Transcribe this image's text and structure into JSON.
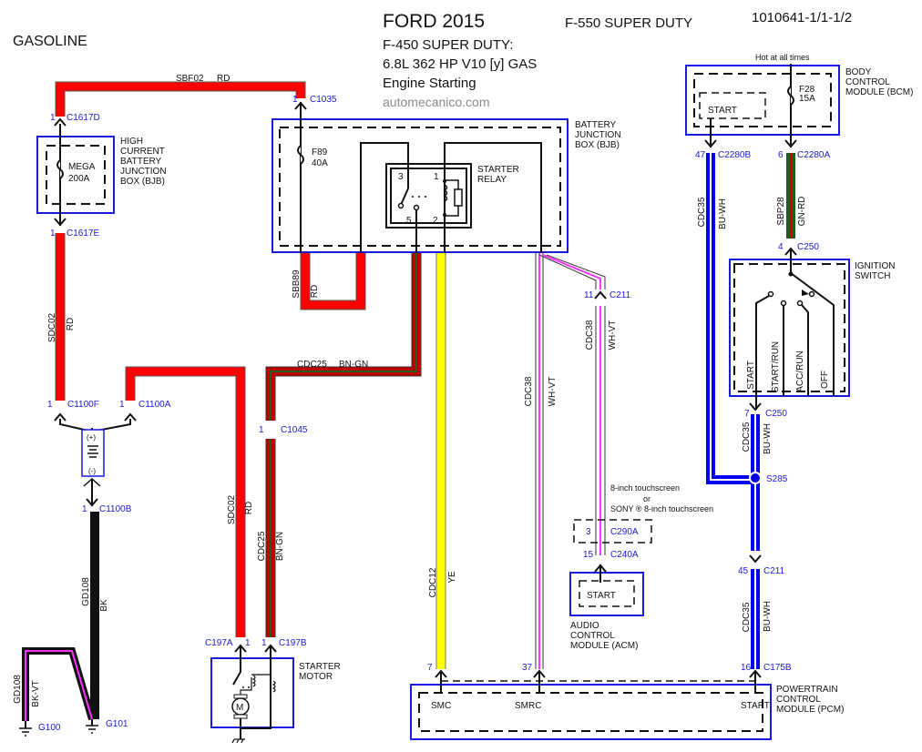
{
  "header": {
    "fuel_type": "GASOLINE",
    "make_year": "FORD 2015",
    "model_line1": "F-450 SUPER DUTY:",
    "model_line2": "6.8L 362 HP V10 [y] GAS",
    "system": "Engine Starting",
    "watermark": "automecanico.com",
    "model_alt": "F-550 SUPER DUTY",
    "doc_id": "1010641-1/1-1/2"
  },
  "colors": {
    "red": "#ff0000",
    "dark_red": "#c00000",
    "green": "#1f5c1f",
    "yellow": "#ffff00",
    "blue": "#0000ee",
    "black": "#111111",
    "violet": "#ff33ff",
    "module_border": "#1a1adf",
    "connector_label": "#1a1adf"
  },
  "components": {
    "hcbjb": {
      "name": [
        "HIGH",
        "CURRENT",
        "BATTERY",
        "JUNCTION",
        "BOX (BJB)"
      ],
      "fuse_name": "MEGA",
      "fuse_rating": "200A"
    },
    "bjb": {
      "name": [
        "BATTERY",
        "JUNCTION",
        "BOX (BJB)"
      ],
      "fuse_name": "F89",
      "fuse_rating": "40A"
    },
    "relay": {
      "name": [
        "STARTER",
        "RELAY"
      ],
      "pins": [
        "3",
        "1",
        "5",
        "2"
      ]
    },
    "bcm": {
      "name": [
        "BODY",
        "CONTROL",
        "MODULE (BCM)"
      ],
      "supply": "Hot at all times",
      "fuse_name": "F28",
      "fuse_rating": "15A",
      "pin_label": "START"
    },
    "ignition": {
      "name": [
        "IGNITION",
        "SWITCH"
      ],
      "positions": [
        "START",
        "START/RUN",
        "ACC/RUN",
        "OFF"
      ]
    },
    "battery": {
      "plus": "(+)",
      "minus": "(-)"
    },
    "starter": {
      "name": [
        "STARTER",
        "MOTOR"
      ],
      "motor_symbol": "M"
    },
    "acm": {
      "name": [
        "AUDIO",
        "CONTROL",
        "MODULE (ACM)"
      ],
      "pin_label": "START",
      "note": [
        "8-inch touchscreen",
        "or",
        "SONY ® 8-inch touchscreen"
      ]
    },
    "pcm": {
      "name": [
        "POWERTRAIN",
        "CONTROL",
        "MODULE (PCM)"
      ],
      "pins": [
        "SMC",
        "SMRC",
        "START"
      ]
    }
  },
  "wires": {
    "sbf02": {
      "circuit": "SBF02",
      "color": "RD"
    },
    "sdc02_a": {
      "circuit": "SDC02",
      "color": "RD"
    },
    "sdc02_b": {
      "circuit": "SDC02",
      "color": "RD"
    },
    "sbb89": {
      "circuit": "SBB89",
      "color": "RD"
    },
    "cdc25_a": {
      "circuit": "CDC25",
      "color": "BN-GN"
    },
    "cdc25_b": {
      "circuit": "CDC25",
      "color": "BN-GN"
    },
    "cdc12": {
      "circuit": "CDC12",
      "color": "YE"
    },
    "cdc38_a": {
      "circuit": "CDC38",
      "color": "WH-VT"
    },
    "cdc38_b": {
      "circuit": "CDC38",
      "color": "WH-VT"
    },
    "cdc35_a": {
      "circuit": "CDC35",
      "color": "BU-WH"
    },
    "cdc35_b": {
      "circuit": "CDC35",
      "color": "BU-WH"
    },
    "cdc35_c": {
      "circuit": "CDC35",
      "color": "BU-WH"
    },
    "sbp28": {
      "circuit": "SBP28",
      "color": "GN-RD"
    },
    "gd108_a": {
      "circuit": "GD108",
      "color": "BK"
    },
    "gd108_b": {
      "circuit": "GD108",
      "color": "BK-VT"
    }
  },
  "connectors": {
    "c1617d": {
      "pin": "1",
      "id": "C1617D"
    },
    "c1617e": {
      "pin": "1",
      "id": "C1617E"
    },
    "c1035": {
      "pin": "1",
      "id": "C1035"
    },
    "c1100f": {
      "pin": "1",
      "id": "C1100F"
    },
    "c1100a": {
      "pin": "1",
      "id": "C1100A"
    },
    "c1100b": {
      "pin": "1",
      "id": "C1100B"
    },
    "c1045": {
      "pin": "1",
      "id": "C1045"
    },
    "c197a": {
      "pin": "1",
      "id": "C197A"
    },
    "c197b": {
      "pin": "1",
      "id": "C197B"
    },
    "c2280b": {
      "pin": "47",
      "id": "C2280B"
    },
    "c2280a": {
      "pin": "6",
      "id": "C2280A"
    },
    "c250_top": {
      "pin": "4",
      "id": "C250"
    },
    "c250_bot": {
      "pin": "7",
      "id": "C250"
    },
    "s285": {
      "id": "S285"
    },
    "c211_left": {
      "pin": "11",
      "id": "C211"
    },
    "c211_right": {
      "pin": "45",
      "id": "C211"
    },
    "c290a": {
      "pin": "3",
      "id": "C290A"
    },
    "c240a": {
      "pin": "15",
      "id": "C240A"
    },
    "c175b": {
      "pin": "16",
      "id": "C175B"
    },
    "pcm_smc": {
      "pin": "7"
    },
    "pcm_smrc": {
      "pin": "37"
    }
  },
  "grounds": {
    "g100": "G100",
    "g101": "G101"
  }
}
